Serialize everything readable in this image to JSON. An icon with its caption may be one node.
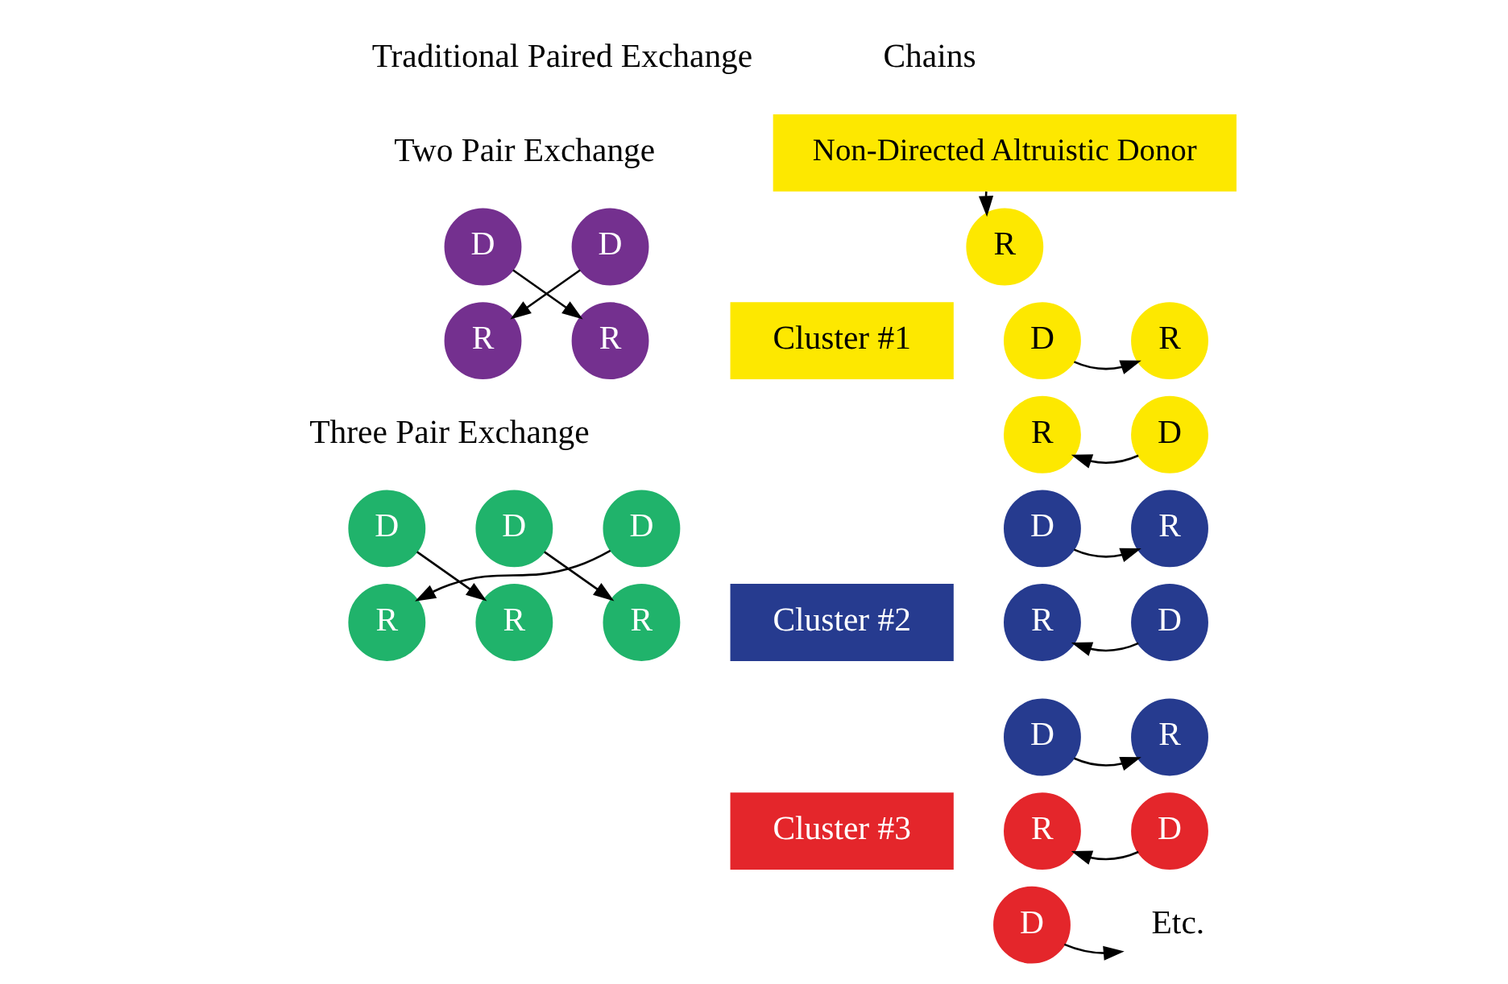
{
  "diagram": {
    "nodes": [
      {
        "text": [
          "D"
        ]
      },
      {
        "text": [
          "R"
        ]
      },
      {
        "text": [
          "D"
        ]
      },
      {
        "text": [
          "R"
        ]
      },
      {
        "text": [
          "D"
        ]
      },
      {
        "text": [
          "R"
        ]
      },
      {
        "text": [
          "D"
        ]
      },
      {
        "text": [
          "R"
        ]
      },
      {
        "text": [
          "D"
        ]
      },
      {
        "text": [
          "R"
        ]
      },
      {
        "text": [
          "Non-Directed Altruistic Donor"
        ]
      },
      {
        "text": [
          "Cluster #1"
        ]
      },
      {
        "text": [
          "R"
        ]
      },
      {
        "text": [
          "D"
        ]
      },
      {
        "text": [
          "R"
        ]
      },
      {
        "text": [
          "D"
        ]
      },
      {
        "text": [
          "R"
        ]
      },
      {
        "text": [
          "Cluster #2"
        ]
      },
      {
        "text": [
          "D"
        ]
      },
      {
        "text": [
          "R"
        ]
      },
      {
        "text": [
          "D"
        ]
      },
      {
        "text": [
          "R"
        ]
      },
      {
        "text": [
          "D"
        ]
      },
      {
        "text": [
          "R"
        ]
      },
      {
        "text": [
          "Cluster #3"
        ]
      },
      {
        "text": [
          "D"
        ]
      },
      {
        "text": [
          "R"
        ]
      },
      {
        "text": [
          "D"
        ]
      },
      {
        "text": [
          "Etc."
        ]
      }
    ],
    "edges": [
      {
        "from": 0,
        "to": 3,
        "arrow": "to"
      },
      {
        "from": 2,
        "to": 1,
        "arrow": "to"
      },
      {
        "from": 4,
        "to": 7,
        "arrow": "to"
      },
      {
        "from": 6,
        "to": 9,
        "arrow": "to"
      },
      {
        "from": 8,
        "to": 5,
        "arrow": "to"
      },
      {
        "from": 10,
        "to": 12,
        "arrow": "to"
      },
      {
        "from": 13,
        "to": 14,
        "arrow": "to"
      },
      {
        "from": 15,
        "to": 16,
        "arrow": "to"
      },
      {
        "from": 18,
        "to": 19,
        "arrow": "to"
      },
      {
        "from": 20,
        "to": 21,
        "arrow": "to"
      },
      {
        "from": 22,
        "to": 23,
        "arrow": "to"
      },
      {
        "from": 25,
        "to": 26,
        "arrow": "to"
      },
      {
        "from": 27,
        "to": 28,
        "arrow": "to"
      }
    ],
    "labels": [
      "Traditional Paired Exchange",
      "Chains",
      "Two Pair Exchange",
      "Three Pair Exchange"
    ]
  }
}
